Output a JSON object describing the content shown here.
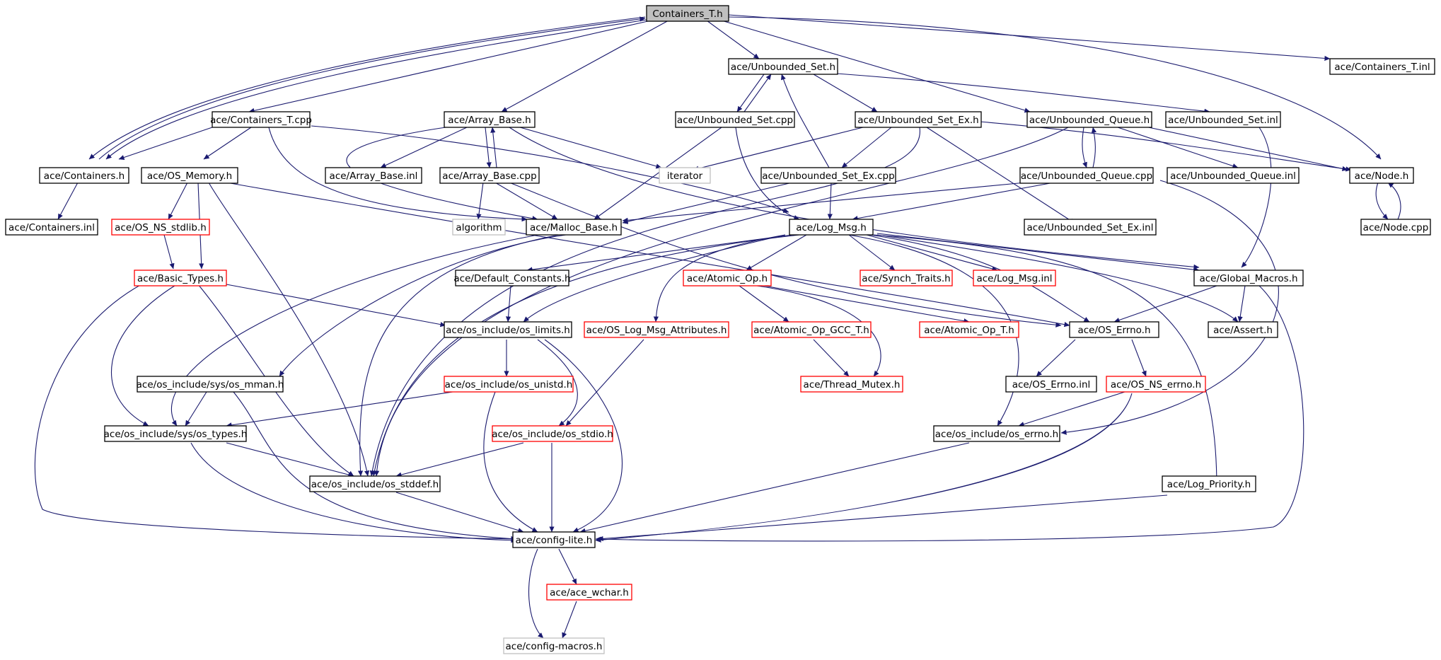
{
  "title": "Containers_T.h",
  "colors": {
    "root_fill": "#bfbfbf",
    "file": "#000000",
    "truncated": "#ff0000",
    "external": "#bfbfbf",
    "edge": "#191970"
  },
  "nodes": [
    {
      "id": "root",
      "label": "Containers_T.h",
      "kind": "root"
    },
    {
      "id": "unbounded_set_h",
      "label": "ace/Unbounded_Set.h",
      "kind": "file"
    },
    {
      "id": "containers_t_inl",
      "label": "ace/Containers_T.inl",
      "kind": "file"
    },
    {
      "id": "containers_t_cpp",
      "label": "ace/Containers_T.cpp",
      "kind": "file"
    },
    {
      "id": "array_base_h",
      "label": "ace/Array_Base.h",
      "kind": "file"
    },
    {
      "id": "unbounded_set_cpp",
      "label": "ace/Unbounded_Set.cpp",
      "kind": "file"
    },
    {
      "id": "unbounded_set_ex_h",
      "label": "ace/Unbounded_Set_Ex.h",
      "kind": "file"
    },
    {
      "id": "unbounded_queue_h",
      "label": "ace/Unbounded_Queue.h",
      "kind": "file"
    },
    {
      "id": "unbounded_set_inl",
      "label": "ace/Unbounded_Set.inl",
      "kind": "file"
    },
    {
      "id": "containers_h",
      "label": "ace/Containers.h",
      "kind": "file"
    },
    {
      "id": "os_memory_h",
      "label": "ace/OS_Memory.h",
      "kind": "file"
    },
    {
      "id": "array_base_inl",
      "label": "ace/Array_Base.inl",
      "kind": "file"
    },
    {
      "id": "array_base_cpp",
      "label": "ace/Array_Base.cpp",
      "kind": "file"
    },
    {
      "id": "iterator",
      "label": "iterator",
      "kind": "external"
    },
    {
      "id": "unbounded_set_ex_cpp",
      "label": "ace/Unbounded_Set_Ex.cpp",
      "kind": "file"
    },
    {
      "id": "unbounded_queue_cpp",
      "label": "ace/Unbounded_Queue.cpp",
      "kind": "file"
    },
    {
      "id": "unbounded_queue_inl",
      "label": "ace/Unbounded_Queue.inl",
      "kind": "file"
    },
    {
      "id": "node_h",
      "label": "ace/Node.h",
      "kind": "file"
    },
    {
      "id": "containers_inl",
      "label": "ace/Containers.inl",
      "kind": "file"
    },
    {
      "id": "os_ns_stdlib_h",
      "label": "ace/OS_NS_stdlib.h",
      "kind": "truncated"
    },
    {
      "id": "algorithm",
      "label": "algorithm",
      "kind": "external"
    },
    {
      "id": "malloc_base_h",
      "label": "ace/Malloc_Base.h",
      "kind": "file"
    },
    {
      "id": "log_msg_h",
      "label": "ace/Log_Msg.h",
      "kind": "file"
    },
    {
      "id": "unbounded_set_ex_inl",
      "label": "ace/Unbounded_Set_Ex.inl",
      "kind": "file"
    },
    {
      "id": "node_cpp",
      "label": "ace/Node.cpp",
      "kind": "file"
    },
    {
      "id": "basic_types_h",
      "label": "ace/Basic_Types.h",
      "kind": "truncated"
    },
    {
      "id": "default_constants_h",
      "label": "ace/Default_Constants.h",
      "kind": "file"
    },
    {
      "id": "atomic_op_h",
      "label": "ace/Atomic_Op.h",
      "kind": "truncated"
    },
    {
      "id": "synch_traits_h",
      "label": "ace/Synch_Traits.h",
      "kind": "truncated"
    },
    {
      "id": "log_msg_inl",
      "label": "ace/Log_Msg.inl",
      "kind": "truncated"
    },
    {
      "id": "global_macros_h",
      "label": "ace/Global_Macros.h",
      "kind": "file"
    },
    {
      "id": "os_limits_h",
      "label": "ace/os_include/os_limits.h",
      "kind": "file"
    },
    {
      "id": "os_log_msg_attributes_h",
      "label": "ace/OS_Log_Msg_Attributes.h",
      "kind": "truncated"
    },
    {
      "id": "atomic_op_gcc_t_h",
      "label": "ace/Atomic_Op_GCC_T.h",
      "kind": "truncated"
    },
    {
      "id": "atomic_op_t_h",
      "label": "ace/Atomic_Op_T.h",
      "kind": "truncated"
    },
    {
      "id": "os_errno_h",
      "label": "ace/OS_Errno.h",
      "kind": "file"
    },
    {
      "id": "assert_h",
      "label": "ace/Assert.h",
      "kind": "file"
    },
    {
      "id": "os_mman_h",
      "label": "ace/os_include/sys/os_mman.h",
      "kind": "file"
    },
    {
      "id": "os_unistd_h",
      "label": "ace/os_include/os_unistd.h",
      "kind": "truncated"
    },
    {
      "id": "thread_mutex_h",
      "label": "ace/Thread_Mutex.h",
      "kind": "truncated"
    },
    {
      "id": "os_errno_inl",
      "label": "ace/OS_Errno.inl",
      "kind": "file"
    },
    {
      "id": "os_ns_errno_h",
      "label": "ace/OS_NS_errno.h",
      "kind": "truncated"
    },
    {
      "id": "os_types_h",
      "label": "ace/os_include/sys/os_types.h",
      "kind": "file"
    },
    {
      "id": "os_stdio_h",
      "label": "ace/os_include/os_stdio.h",
      "kind": "truncated"
    },
    {
      "id": "os_include_errno_h",
      "label": "ace/os_include/os_errno.h",
      "kind": "file"
    },
    {
      "id": "os_stddef_h",
      "label": "ace/os_include/os_stddef.h",
      "kind": "file"
    },
    {
      "id": "log_priority_h",
      "label": "ace/Log_Priority.h",
      "kind": "file"
    },
    {
      "id": "config_lite_h",
      "label": "ace/config-lite.h",
      "kind": "file"
    },
    {
      "id": "ace_wchar_h",
      "label": "ace/ace_wchar.h",
      "kind": "truncated"
    },
    {
      "id": "config_macros_h",
      "label": "ace/config-macros.h",
      "kind": "external"
    }
  ]
}
